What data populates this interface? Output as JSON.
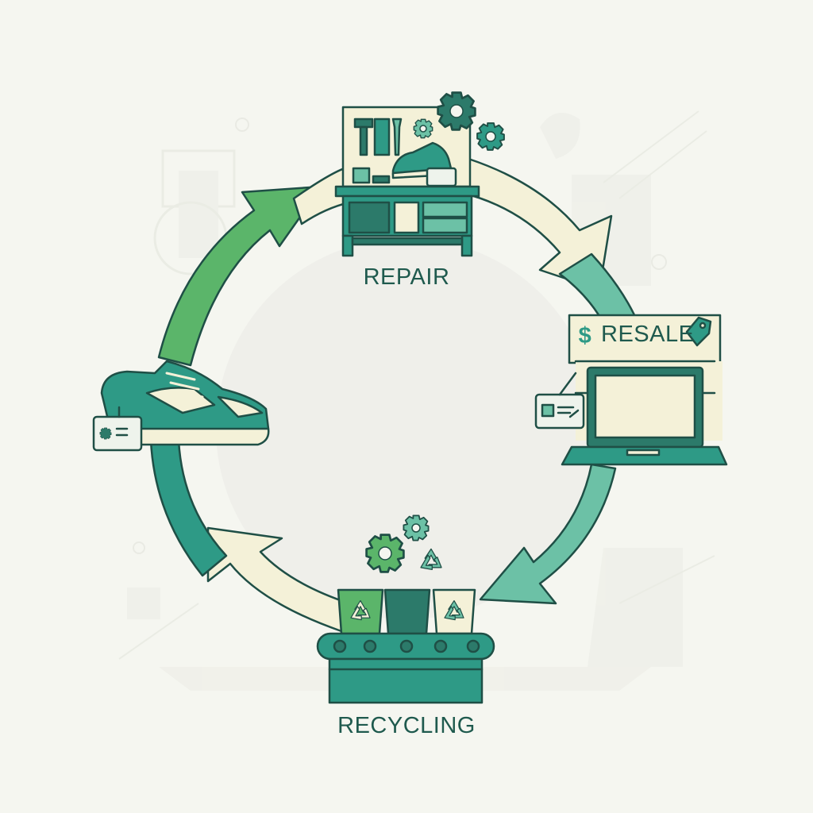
{
  "stages": {
    "repair": {
      "label": "REPAIR"
    },
    "resale": {
      "label": "RESALE",
      "currency_symbol": "$"
    },
    "recycling": {
      "label": "RECYCLING"
    }
  },
  "colors": {
    "background": "#f5f6f0",
    "outline": "#1f4f46",
    "teal": "#2e9a86",
    "dark_teal": "#2c7a6a",
    "green": "#5bb56a",
    "mint": "#6cc1a6",
    "cream": "#f4f1d8",
    "label": "#1f5a4e"
  },
  "icons": [
    "recycle-icon",
    "gear-icon",
    "wrench-icon",
    "hammer-icon",
    "price-tag-icon",
    "chip-icon",
    "sneaker-icon",
    "laptop-icon"
  ]
}
